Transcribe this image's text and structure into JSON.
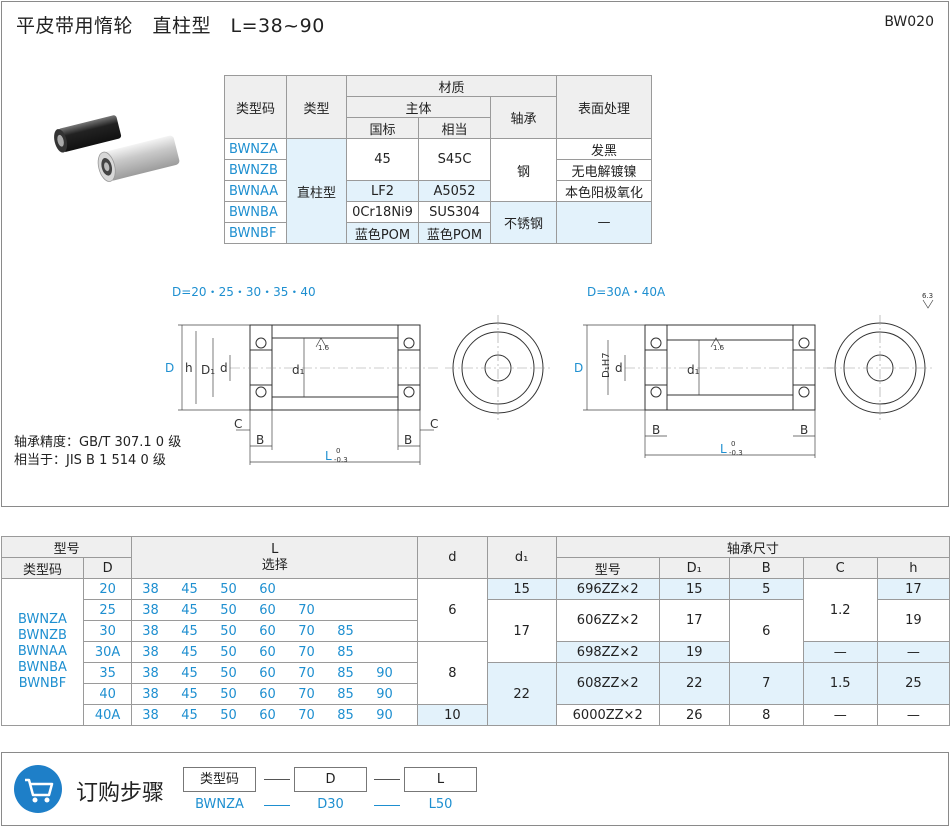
{
  "header": {
    "title": "平皮带用惰轮　直柱型　L=38~90",
    "code": "BW020"
  },
  "material_table": {
    "h_type_code": "类型码",
    "h_type": "类型",
    "h_material": "材质",
    "h_body": "主体",
    "h_gb": "国标",
    "h_equiv": "相当",
    "h_bearing": "轴承",
    "h_surface": "表面处理",
    "codes": [
      "BWNZA",
      "BWNZB",
      "BWNAA",
      "BWNBA",
      "BWNBF"
    ],
    "type": "直柱型",
    "gb": [
      "45",
      "LF2",
      "0Cr18Ni9",
      "蓝色POM"
    ],
    "equiv": [
      "S45C",
      "A5052",
      "SUS304",
      "蓝色POM"
    ],
    "bearing": [
      "钢",
      "不锈钢"
    ],
    "surface": [
      "发黑",
      "无电解镀镍",
      "本色阳极氧化",
      "—"
    ]
  },
  "drawing": {
    "left_title": "D=20・25・30・35・40",
    "right_title": "D=30A・40A",
    "D": "D",
    "D1": "D₁",
    "D1H7": "D₁H7",
    "d": "d",
    "d1": "d₁",
    "h": "h",
    "C": "C",
    "B": "B",
    "L": "L",
    "L_tol_top": "0",
    "L_tol_bottom": "-0.3",
    "roughness": "1.6",
    "roughness_global": "6.3"
  },
  "notes": {
    "line1": "轴承精度：GB/T 307.1 0 级",
    "line2": "相当于：JIS B 1 514 0 级"
  },
  "spec_table": {
    "h_model": "型号",
    "h_type_code": "类型码",
    "h_D": "D",
    "h_L": "L",
    "h_select": "选择",
    "h_d": "d",
    "h_d1": "d₁",
    "h_bearing_size": "轴承尺寸",
    "h_bearing_model": "型号",
    "h_D1": "D₁",
    "h_B": "B",
    "h_C": "C",
    "h_h": "h",
    "type_codes": [
      "BWNZA",
      "BWNZB",
      "BWNAA",
      "BWNBA",
      "BWNBF"
    ],
    "rows": [
      {
        "D": "20",
        "L": [
          "38",
          "45",
          "50",
          "60"
        ]
      },
      {
        "D": "25",
        "L": [
          "38",
          "45",
          "50",
          "60",
          "70"
        ]
      },
      {
        "D": "30",
        "L": [
          "38",
          "45",
          "50",
          "60",
          "70",
          "85"
        ]
      },
      {
        "D": "30A",
        "L": [
          "38",
          "45",
          "50",
          "60",
          "70",
          "85"
        ]
      },
      {
        "D": "35",
        "L": [
          "38",
          "45",
          "50",
          "60",
          "70",
          "85",
          "90"
        ]
      },
      {
        "D": "40",
        "L": [
          "38",
          "45",
          "50",
          "60",
          "70",
          "85",
          "90"
        ]
      },
      {
        "D": "40A",
        "L": [
          "38",
          "45",
          "50",
          "60",
          "70",
          "85",
          "90"
        ]
      }
    ],
    "d_vals": [
      "6",
      "8",
      "10"
    ],
    "d1_vals": [
      "15",
      "17",
      "22"
    ],
    "bearing_models": [
      "696ZZ×2",
      "606ZZ×2",
      "698ZZ×2",
      "608ZZ×2",
      "6000ZZ×2"
    ],
    "D1_vals": [
      "15",
      "17",
      "19",
      "22",
      "26"
    ],
    "B_vals": [
      "5",
      "6",
      "7",
      "8"
    ],
    "C_vals": [
      "1.2",
      "—",
      "1.5",
      "—"
    ],
    "h_vals": [
      "17",
      "19",
      "—",
      "25",
      "—"
    ]
  },
  "order": {
    "title": "订购步骤",
    "box1": "类型码",
    "box2": "D",
    "box3": "L",
    "ex1": "BWNZA",
    "ex2": "D30",
    "ex3": "L50"
  }
}
